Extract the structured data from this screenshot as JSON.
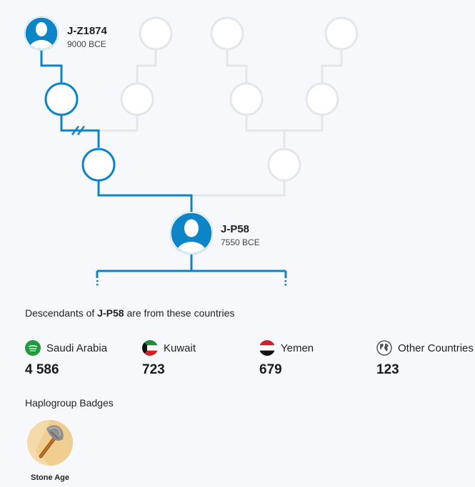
{
  "tree": {
    "ancestor": {
      "name": "J-Z1874",
      "date": "9000 BCE"
    },
    "focus": {
      "name": "J-P58",
      "date": "7550 BCE"
    }
  },
  "descendants": {
    "prefix": "Descendants of",
    "haplogroup": "J-P58",
    "suffix": "are from these countries"
  },
  "countries": [
    {
      "name": "Saudi Arabia",
      "count": "4 586",
      "flag_icon": "saudi-arabia-flag-icon"
    },
    {
      "name": "Kuwait",
      "count": "723",
      "flag_icon": "kuwait-flag-icon"
    },
    {
      "name": "Yemen",
      "count": "679",
      "flag_icon": "yemen-flag-icon"
    },
    {
      "name": "Other Countries",
      "count": "123",
      "flag_icon": "globe-icon"
    }
  ],
  "badges": {
    "heading": "Haplogroup Badges",
    "items": [
      {
        "label": "Stone Age",
        "icon": "stone-axe-icon"
      }
    ]
  },
  "colors": {
    "lineage": "#0b85c7",
    "inactive": "#e4e6ea",
    "avatar": "#0b85c7"
  }
}
